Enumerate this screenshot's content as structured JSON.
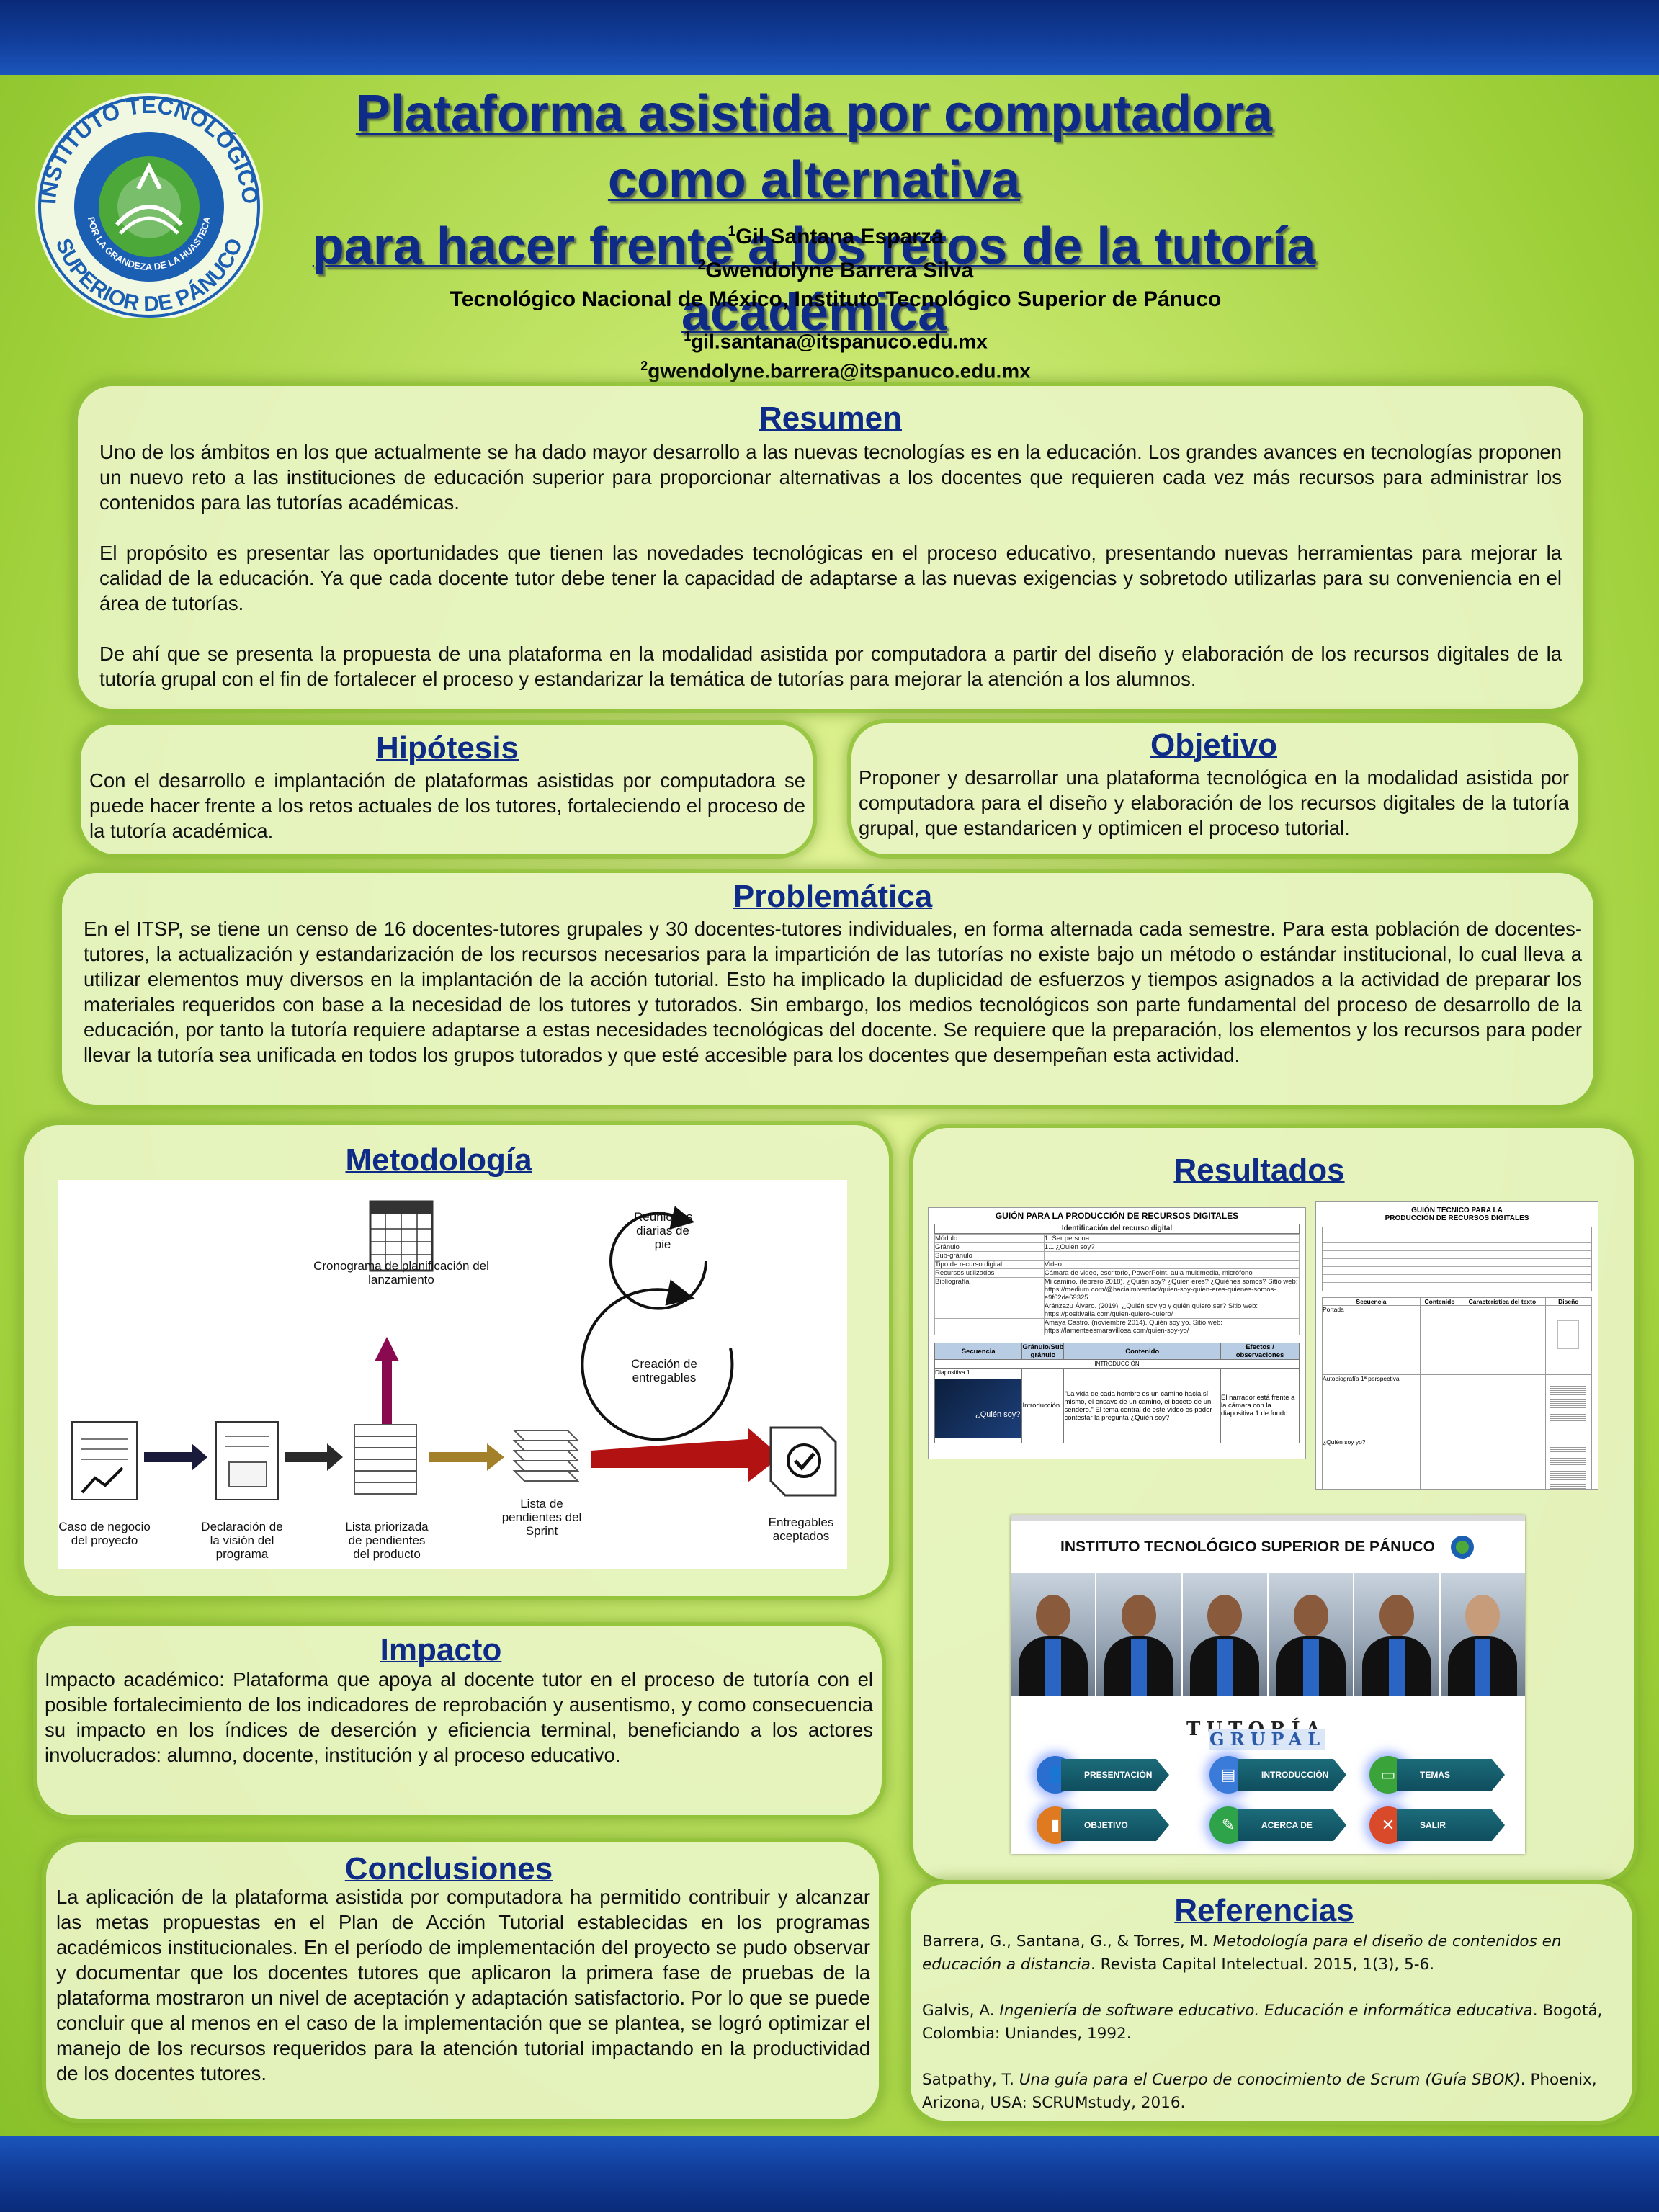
{
  "header": {
    "title_line1": "Plataforma asistida por computadora como alternativa",
    "title_line2": "para hacer frente a los retos de la tutoría académica",
    "author1_sup": "1",
    "author1": "Gil Santana Esparza",
    "author2_sup": "2",
    "author2": "Gwendolyne Barrera Silva",
    "institution": "Tecnológico Nacional de México, Instituto Tecnológico Superior de Pánuco",
    "email1_sup": "1",
    "email1": "gil.santana@itspanuco.edu.mx",
    "email2_sup": "2",
    "email2": "gwendolyne.barrera@itspanuco.edu.mx"
  },
  "logo": {
    "ring_top": "INSTITUTO TECNOLÓGICO",
    "ring_inner": "POR LA GRANDEZA DE LA HUASTECA",
    "ring_bottom": "SUPERIOR DE PÁNUCO",
    "colors": {
      "ring": "#1b5fb3",
      "inner": "#4da83a"
    }
  },
  "resumen": {
    "heading": "Resumen",
    "p1": "Uno de los ámbitos en los que actualmente se ha dado mayor desarrollo a las nuevas tecnologías es en la educación. Los grandes avances en tecnologías proponen un nuevo reto a las instituciones de educación superior para proporcionar alternativas a los docentes que requieren cada vez más recursos para administrar los contenidos para las tutorías académicas.",
    "p2": "El propósito es presentar las oportunidades que tienen las novedades tecnológicas en el proceso educativo, presentando nuevas herramientas para mejorar la calidad de la educación. Ya que cada docente tutor debe tener la capacidad de adaptarse a las nuevas exigencias y sobretodo utilizarlas para su conveniencia en el área de tutorías.",
    "p3": "De ahí que se presenta la propuesta de una plataforma en la modalidad asistida por computadora a partir del diseño y elaboración de los recursos digitales de la tutoría grupal con el fin de fortalecer el proceso y estandarizar la temática de tutorías para mejorar la atención a los alumnos."
  },
  "hipotesis": {
    "heading": "Hipótesis",
    "text": "Con el desarrollo e implantación de plataformas asistidas por computadora se puede hacer frente a los retos actuales de los tutores, fortaleciendo el proceso de la tutoría académica."
  },
  "objetivo": {
    "heading": "Objetivo",
    "text": "Proponer y desarrollar una plataforma tecnológica en la modalidad asistida por computadora para el diseño y elaboración de los recursos digitales de la tutoría grupal, que estandaricen y optimicen el proceso tutorial."
  },
  "problematica": {
    "heading": "Problemática",
    "text": "En el ITSP, se tiene un censo de 16 docentes-tutores grupales y 30 docentes-tutores individuales, en forma alternada cada semestre. Para esta población de docentes-tutores, la actualización y estandarización de los recursos necesarios para la impartición de las tutorías no existe bajo un método o estándar institucional, lo cual lleva a utilizar elementos muy diversos en la implantación de la acción tutorial. Esto ha implicado la duplicidad de esfuerzos y tiempos asignados a la actividad de preparar los materiales requeridos con base a la necesidad de los tutores y tutorados. Sin embargo, los medios tecnológicos son parte fundamental del proceso de desarrollo de la educación, por tanto la tutoría requiere adaptarse a estas necesidades tecnológicas del docente. Se requiere que la preparación, los elementos y los recursos para poder llevar la tutoría sea unificada en todos los grupos tutorados y que esté accesible para los docentes que desempeñan esta actividad."
  },
  "metodologia": {
    "heading": "Metodología",
    "labels": {
      "cronograma": "Cronograma de planificación del lanzamiento",
      "reuniones": "Reuniones diarias de pie",
      "creacion": "Creación de entregables",
      "caso": "Caso de negocio del proyecto",
      "declaracion": "Declaración de la visión del programa",
      "lista_priorizada": "Lista priorizada de pendientes del producto",
      "lista_sprint": "Lista de pendientes del Sprint",
      "entregables": "Entregables aceptados"
    }
  },
  "resultados": {
    "heading": "Resultados",
    "doc1": {
      "title": "GUIÓN PARA LA PRODUCCIÓN DE RECURSOS DIGITALES",
      "subtitle": "Identificación del recurso digital",
      "rows": [
        [
          "Módulo",
          "1. Ser persona"
        ],
        [
          "Gránulo",
          "1.1 ¿Quién soy?"
        ],
        [
          "Sub-gránulo",
          ""
        ],
        [
          "Tipo de recurso digital",
          "Video"
        ],
        [
          "Recursos utilizados",
          "Cámara de video, escritorio, PowerPoint, aula multimedia, micrófono"
        ],
        [
          "Bibliografía",
          "Mi camino. (febrero 2018). ¿Quién soy? ¿Quién eres? ¿Quiénes somos? Sitio web: https://medium.com/@hacialmiverdad/quien-soy-quien-eres-quienes-somos-e9f62de69325"
        ],
        [
          "",
          "Aránzazu Álvaro. (2019). ¿Quién soy yo y quién quiero ser? Sitio web: https://positivalia.com/quien-quiero-quiero/"
        ],
        [
          "",
          "Amaya Castro. (noviembre 2014). Quién soy yo. Sitio web: https://lamenteesmaravillosa.com/quien-soy-yo/"
        ]
      ],
      "table_headers": [
        "Secuencia",
        "Gránulo/Sub gránulo",
        "Contenido",
        "Efectos / observaciones"
      ],
      "intro_label": "INTRODUCCIÓN",
      "slide_label": "Diapositiva 1",
      "slide_text": "¿Quién soy?",
      "col2": "Introducción",
      "col3": "\"La vida de cada hombre es un camino hacia sí mismo, el ensayo de un camino, el boceto de un sendero.\" El tema central de este video es poder contestar la pregunta ¿Quién soy?",
      "col4": "El narrador está frente a la cámara con la diapositiva 1 de fondo."
    },
    "doc2": {
      "title_line1": "GUIÓN TÉCNICO PARA LA",
      "title_line2": "PRODUCCIÓN DE RECURSOS DIGITALES",
      "table_headers": [
        "Secuencia",
        "Contenido",
        "Característica del texto",
        "Diseño"
      ],
      "rows": [
        "Portada",
        "Autobiografía 1ª perspectiva",
        "¿Quién soy yo?"
      ]
    },
    "site": {
      "header": "INSTITUTO TECNOLÓGICO SUPERIOR DE PÁNUCO",
      "word1": "TUTORÍA",
      "word2": "GRUPAL",
      "menu": [
        "PRESENTACIÓN",
        "INTRODUCCIÓN",
        "TEMAS",
        "OBJETIVO",
        "ACERCA DE",
        "SALIR"
      ]
    }
  },
  "impacto": {
    "heading": "Impacto",
    "text": "Impacto académico: Plataforma que apoya al docente tutor en el proceso de tutoría con el posible fortalecimiento de los indicadores de reprobación y ausentismo, y como consecuencia su impacto en los índices de deserción y eficiencia terminal, beneficiando a los actores involucrados: alumno, docente, institución y al proceso educativo."
  },
  "conclusiones": {
    "heading": "Conclusiones",
    "text": "La aplicación de la plataforma asistida por computadora ha permitido contribuir y alcanzar las metas propuestas en el Plan de Acción Tutorial establecidas en los programas académicos institucionales. En el período de implementación del proyecto se pudo observar y documentar que los docentes tutores que aplicaron la primera fase de pruebas de la plataforma mostraron un nivel de aceptación y adaptación satisfactorio. Por lo que se puede concluir que al menos en el caso de la implementación que se plantea, se logró optimizar el manejo de los recursos requeridos para la atención tutorial impactando en la productividad de los docentes tutores."
  },
  "referencias": {
    "heading": "Referencias",
    "r1_a": "Barrera, G., Santana, G., & Torres, M. ",
    "r1_i": "Metodología para el diseño de contenidos en educación a distancia",
    "r1_b": ". Revista Capital Intelectual. 2015, 1(3), 5-6.",
    "r2_a": "Galvis, A. ",
    "r2_i": "Ingeniería de software educativo. Educación e informática educativa",
    "r2_b": ". Bogotá, Colombia: Uniandes, 1992.",
    "r3_a": "Satpathy, T. ",
    "r3_i": "Una guía para el Cuerpo de conocimiento de Scrum (Guía SBOK)",
    "r3_b": ". Phoenix, Arizona, USA: SCRUMstudy, 2016."
  },
  "colors": {
    "heading": "#0d2b87",
    "band": "#12409e",
    "panel": "#e8f4c4",
    "glow": "#92c43a",
    "arrow_red": "#b31212",
    "arrow_dark": "#1a1a3a",
    "arrow_gold": "#a3802a",
    "arrow_purple": "#8a0a52"
  }
}
